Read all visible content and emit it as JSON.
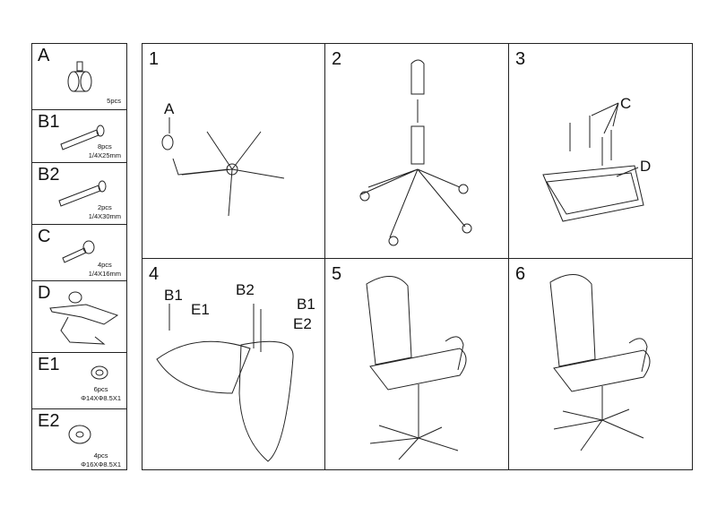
{
  "parts": [
    {
      "label": "A",
      "qty": "5pcs",
      "spec": ""
    },
    {
      "label": "B1",
      "qty": "8pcs",
      "spec": "1/4X25mm"
    },
    {
      "label": "B2",
      "qty": "2pcs",
      "spec": "1/4X30mm"
    },
    {
      "label": "C",
      "qty": "4pcs",
      "spec": "1/4X16mm"
    },
    {
      "label": "D",
      "qty": "",
      "spec": ""
    },
    {
      "label": "E1",
      "qty": "6pcs",
      "spec": "Φ14XΦ8.5X1"
    },
    {
      "label": "E2",
      "qty": "4pcs",
      "spec": "Φ16XΦ8.5X1"
    }
  ],
  "steps": [
    {
      "number": "1",
      "callouts": [
        "A"
      ]
    },
    {
      "number": "2",
      "callouts": []
    },
    {
      "number": "3",
      "callouts": [
        "C",
        "D"
      ]
    },
    {
      "number": "4",
      "callouts": [
        "B1",
        "E1",
        "B2",
        "B1",
        "E2"
      ]
    },
    {
      "number": "5",
      "callouts": []
    },
    {
      "number": "6",
      "callouts": []
    }
  ]
}
